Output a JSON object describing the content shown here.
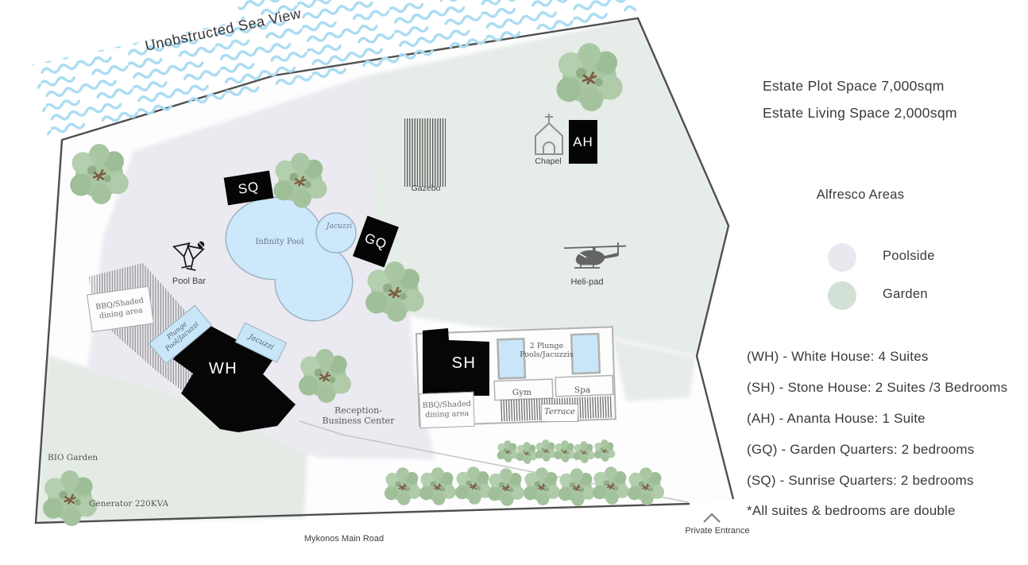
{
  "sea": {
    "view_label": "Unobstructed Sea View"
  },
  "map": {
    "gazebo_label": "Gazebo",
    "chapel_label": "Chapel",
    "heli_pad_label": "Heli-pad",
    "pool_bar_label": "Pool Bar",
    "infinity_pool_label": "Infinity Pool",
    "pool_jacuzzi_label": "Jacuzzi",
    "plunge_pool_line1": "Plunge",
    "plunge_pool_line2": "Pool/Jacuzzi",
    "wh_jacuzzi_label": "Jacuzzi",
    "bbq_line1": "BBQ/Shaded",
    "bbq_line2": "dining area",
    "two_plunge_line1": "2 Plunge",
    "two_plunge_line2": "Pools/Jacuzzis",
    "gym_label": "Gym",
    "spa_label": "Spa",
    "terrace_label": "Terrace",
    "reception_line1": "Reception-",
    "reception_line2": "Business Center",
    "bio_garden_label": "BIO Garden",
    "generator_label": "Generator 220KVA",
    "road_label": "Mykonos Main Road",
    "private_entrance_label": "Private Entrance",
    "tags": {
      "wh": "WH",
      "sh": "SH",
      "ah": "AH",
      "gq": "GQ",
      "sq": "SQ"
    }
  },
  "panel": {
    "plot_space": "Estate Plot Space 7,000sqm",
    "living_space": "Estate Living Space 2,000sqm",
    "alfresco_title": "Alfresco Areas",
    "legend": [
      {
        "label": "Poolside",
        "color": "#e9e8ef"
      },
      {
        "label": "Garden",
        "color": "#d3e0d5"
      }
    ],
    "key": [
      "(WH) - White House: 4 Suites",
      "(SH) - Stone House: 2 Suites /3 Bedrooms",
      "(AH) - Ananta House: 1 Suite",
      "(GQ) - Garden Quarters: 2 bedrooms",
      "(SQ) - Sunrise Quarters: 2 bedrooms"
    ],
    "footnote": "*All suites & bedrooms are double"
  },
  "colors": {
    "sea_wave": "#abdcf2",
    "pool_fill": "#cde8fa",
    "poolside_area": "#e9e8ef",
    "garden_area": "#e6ece7",
    "building": "#060606"
  }
}
